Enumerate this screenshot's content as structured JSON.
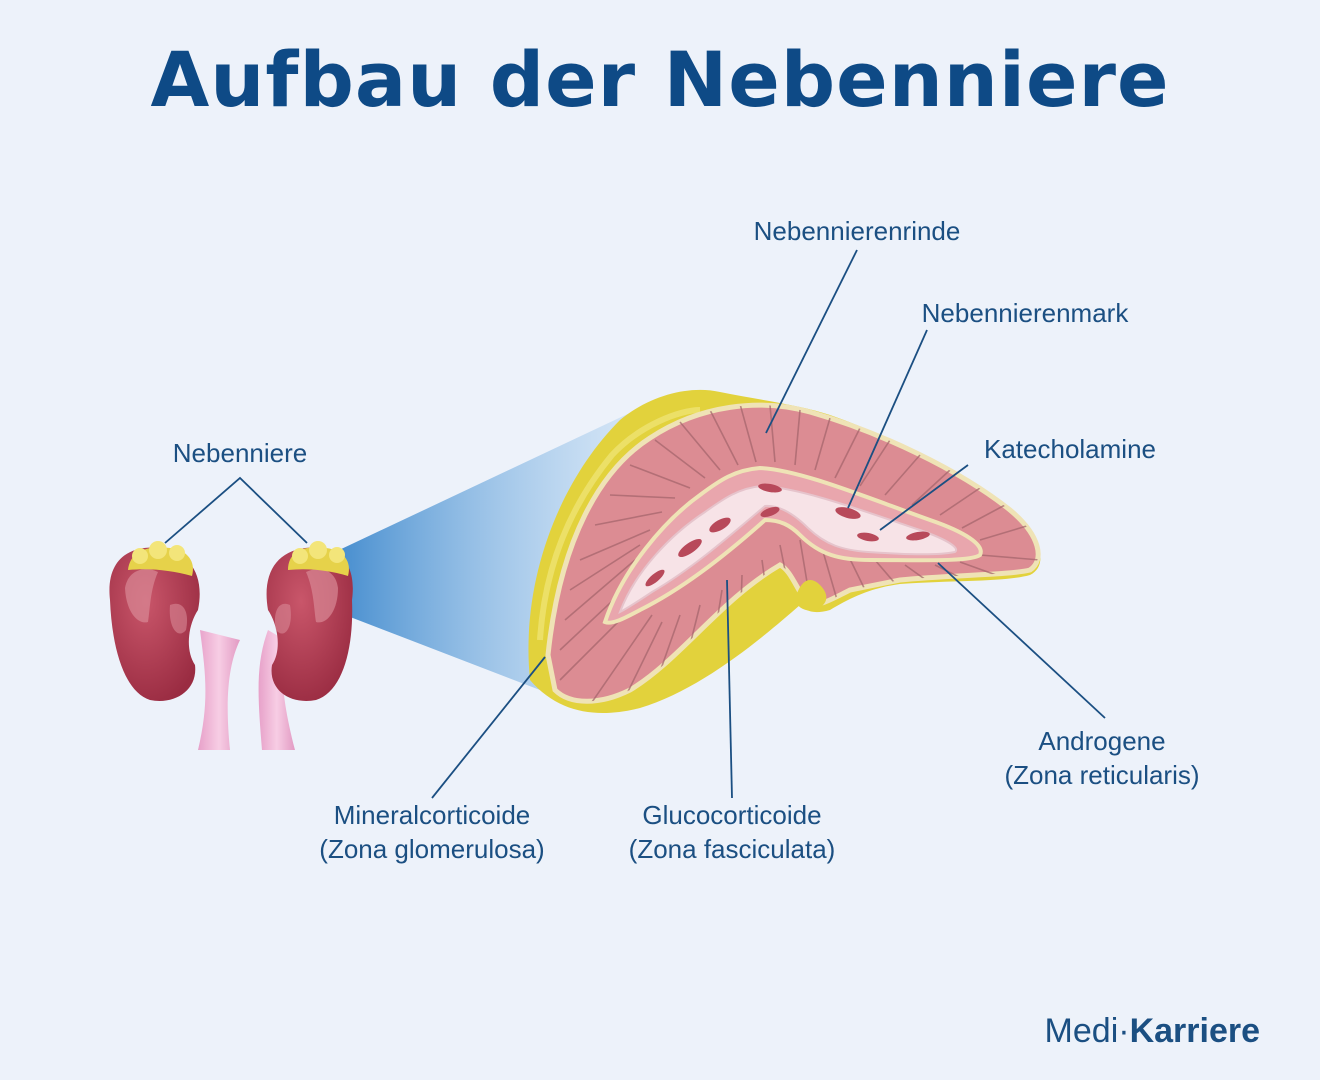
{
  "title": "Aufbau der Nebenniere",
  "labels": {
    "nebenniere": "Nebenniere",
    "rinde": "Nebennierenrinde",
    "mark": "Nebennierenmark",
    "katecholamine": "Katecholamine",
    "androgene": [
      "Androgene",
      "(Zona reticularis)"
    ],
    "mineral": [
      "Mineralcorticoide",
      "(Zona glomerulosa)"
    ],
    "gluco": [
      "Glucocorticoide",
      "(Zona fasciculata)"
    ]
  },
  "logo": {
    "light": "Medi",
    "separator": "·",
    "bold": "Karriere"
  },
  "colors": {
    "title": "#0e4a86",
    "label": "#1b4f82",
    "background": "#edf2fa",
    "cortex": "#d9858d",
    "fat": "#e2d23c",
    "medulla": "#f7e3e7",
    "kidney": "#b03a4e"
  }
}
